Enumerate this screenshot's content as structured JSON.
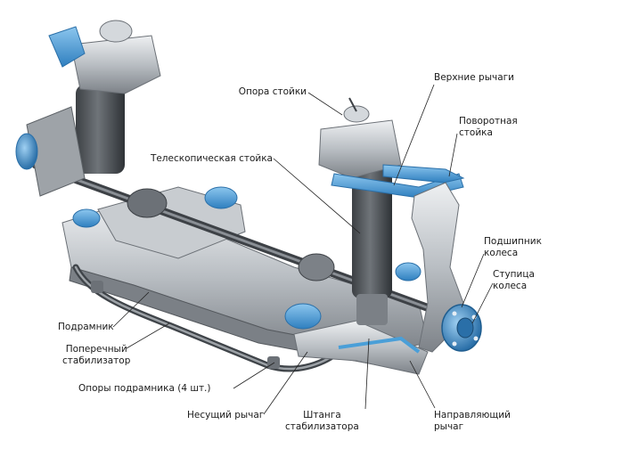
{
  "labels": {
    "strut_mount": "Опора стойки",
    "upper_arms": "Верхние рычаги",
    "steering_knuckle": [
      "Поворотная",
      "стойка"
    ],
    "telescopic_strut": "Телескопическая стойка",
    "wheel_bearing": [
      "Подшипник",
      "колеса"
    ],
    "wheel_hub": [
      "Ступица",
      "колеса"
    ],
    "subframe": "Подрамник",
    "stabilizer_bar": [
      "Поперечный",
      "стабилизатор"
    ],
    "subframe_mounts": "Опоры подрамника (4 шт.)",
    "lower_arm": "Несущий рычаг",
    "stabilizer_link": [
      "Штанга",
      "стабилизатора"
    ],
    "guide_arm": [
      "Направляющий",
      "рычаг"
    ]
  },
  "colors": {
    "accent_blue": "#4a9fd8",
    "metal_light": "#d9dcdf",
    "metal_mid": "#a8adb2",
    "metal_dark": "#5d6267",
    "leader": "#222222"
  }
}
